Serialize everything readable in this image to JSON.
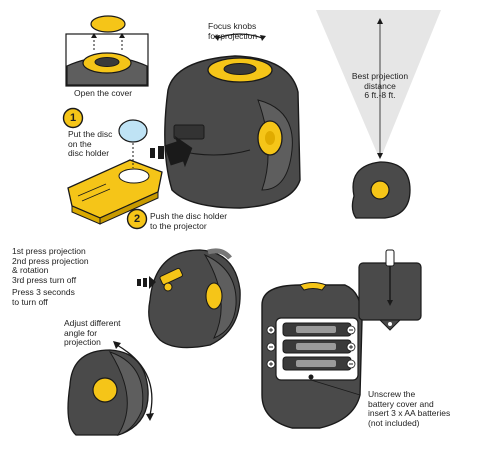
{
  "labels": {
    "open_cover": "Open the cover",
    "focus_knobs": "Focus knobs\nfor projection",
    "step1": "Put the disc\non the\ndisc holder",
    "step2": "Push the disc holder\nto the projector",
    "best_distance": "Best projection\ndistance\n6 ft.-8 ft.",
    "press_modes": "1st press projection\n2nd press projection\n& rotation\n3rd press turn off",
    "press_hold": "Press 3 seconds\nto turn off",
    "adjust_angle": "Adjust different\nangle for\nprojection",
    "battery": "Unscrew the\nbattery cover and\ninsert 3 x AA batteries\n(not included)"
  },
  "badges": {
    "step1": "1",
    "step2": "2"
  },
  "colors": {
    "body_dark": "#4a4a4a",
    "body_mid": "#5e5e5e",
    "accent_yellow": "#f5c518",
    "outline": "#1a1a1a",
    "disc_blue": "#bfe3f5",
    "beam": "#e6e6e6"
  }
}
